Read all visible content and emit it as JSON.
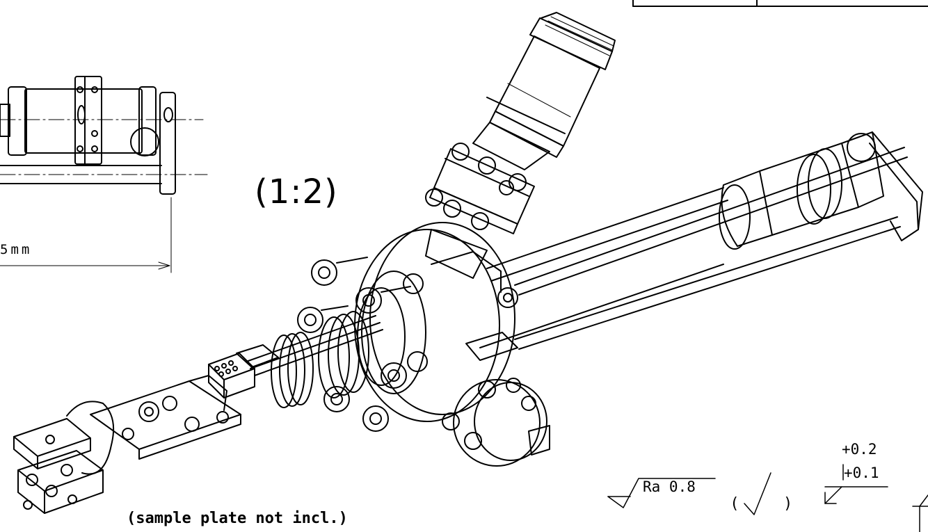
{
  "drawing": {
    "scale_label": "(1:2)",
    "dimension_label": "5mm",
    "note_label": "(sample plate not incl.)",
    "surface_finish": {
      "roughness_label": "Ra 0.8",
      "general_symbol_open": "(",
      "general_symbol_close": ")"
    },
    "tolerance": {
      "upper": "+0.2",
      "lower": "+0.1"
    }
  }
}
